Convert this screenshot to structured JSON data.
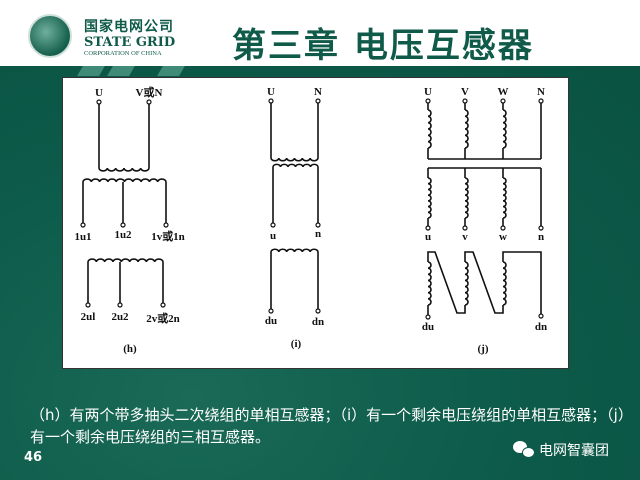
{
  "brand": {
    "name_cn": "国家电网公司",
    "name_en": "STATE GRID",
    "sub": "CORPORATION OF CHINA"
  },
  "title": "第三章  电压互感器",
  "diagram": {
    "h": {
      "caption": "(h)",
      "top": [
        "U",
        "V或N"
      ],
      "sec1": [
        "1u1",
        "1u2",
        "1v或1n"
      ],
      "sec2": [
        "2ul",
        "2u2",
        "2v或2n"
      ]
    },
    "i": {
      "caption": "(i)",
      "top": [
        "U",
        "N"
      ],
      "sec1": [
        "u",
        "n"
      ],
      "sec2": [
        "du",
        "dn"
      ]
    },
    "j": {
      "caption": "(j)",
      "top": [
        "U",
        "V",
        "W",
        "N"
      ],
      "sec1": [
        "u",
        "v",
        "w",
        "n"
      ],
      "sec2": [
        "du",
        "dn"
      ]
    }
  },
  "caption": "（h）有两个带多抽头二次绕组的单相互感器；（i）有一个剩余电压绕组的单相互感器；（j）有一个剩余电压绕组的三相互感器。",
  "page_number": "46",
  "watermark": "电网智囊团"
}
